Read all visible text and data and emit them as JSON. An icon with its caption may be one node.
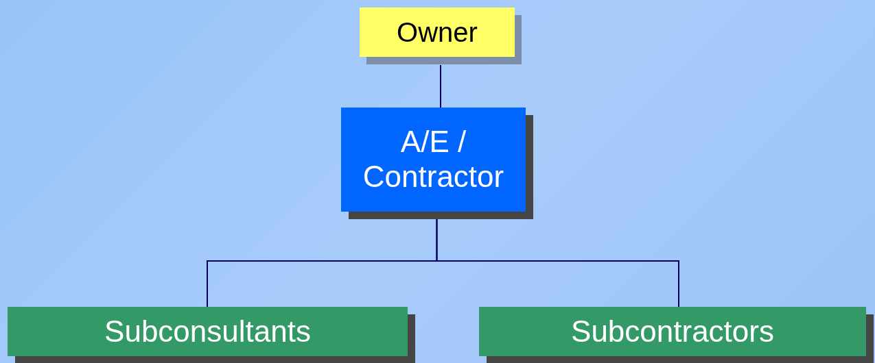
{
  "diagram": {
    "nodes": [
      {
        "text": [
          "Owner"
        ]
      },
      {
        "text": [
          "A/E / Contractor"
        ]
      },
      {
        "text": [
          "Subconsultants"
        ]
      },
      {
        "text": [
          "Subcontractors"
        ]
      }
    ],
    "edges": [
      {
        "from": 0,
        "to": 1,
        "arrow": "none"
      },
      {
        "from": 1,
        "to": 2,
        "arrow": "none"
      },
      {
        "from": 1,
        "to": 3,
        "arrow": "none"
      }
    ]
  }
}
